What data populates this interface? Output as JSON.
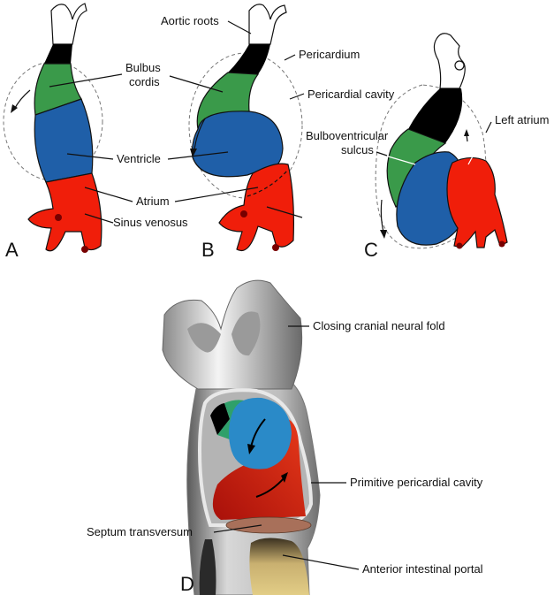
{
  "figure": {
    "panels": [
      {
        "id": "A",
        "label": "A",
        "annotations": [
          "Bulbus cordis",
          "Ventricle",
          "Atrium",
          "Sinus venosus"
        ]
      },
      {
        "id": "B",
        "label": "B",
        "annotations": [
          "Aortic roots",
          "Pericardium",
          "Pericardial cavity"
        ]
      },
      {
        "id": "C",
        "label": "C",
        "annotations": [
          "Bulboventricular sulcus",
          "Left atrium"
        ]
      },
      {
        "id": "D",
        "label": "D",
        "annotations": [
          "Closing cranial neural fold",
          "Primitive pericardial cavity",
          "Septum transversum",
          "Anterior intestinal portal"
        ]
      }
    ],
    "labels": {
      "aortic_roots": "Aortic roots",
      "bulbus_cordis_line1": "Bulbus",
      "bulbus_cordis_line2": "cordis",
      "pericardium": "Pericardium",
      "pericardial_cavity": "Pericardial cavity",
      "ventricle": "Ventricle",
      "atrium": "Atrium",
      "sinus_venosus": "Sinus venosus",
      "bulboventricular_line1": "Bulboventricular",
      "bulboventricular_line2": "sulcus",
      "left_atrium": "Left atrium",
      "closing_neural_fold": "Closing cranial neural fold",
      "primitive_pericardial_cavity": "Primitive pericardial cavity",
      "septum_transversum": "Septum transversum",
      "anterior_intestinal_portal": "Anterior intestinal portal"
    },
    "colors": {
      "bulbus_cordis": "#3a9a4a",
      "ventricle": "#1f5fa8",
      "atrium": "#f01e0a",
      "outflow": "#000000",
      "aortic_roots": "#ffffff",
      "d_ventricle": "#2a8ac8",
      "d_bulbus": "#2fa06a",
      "d_atrium": "#c01a0a",
      "septum_transversum": "#a8705a",
      "intestinal_portal": "#d9c27a"
    }
  }
}
